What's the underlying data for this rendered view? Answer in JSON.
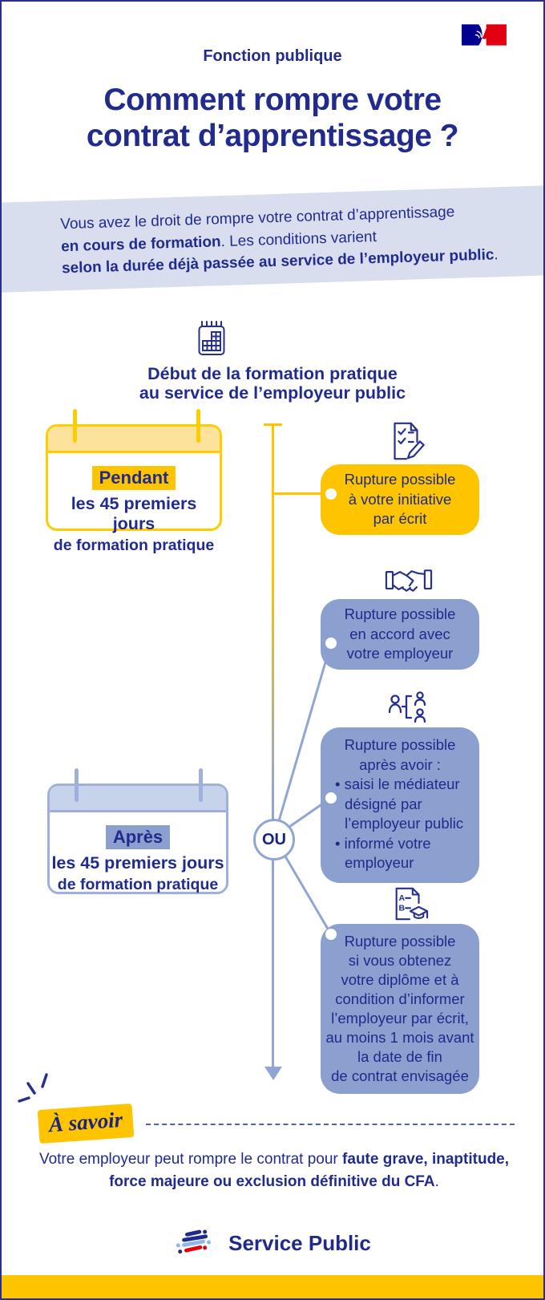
{
  "header": {
    "kicker": "Fonction publique",
    "title_line1": "Comment rompre votre",
    "title_line2": "contrat d’apprentissage ?"
  },
  "intro": {
    "line1": "Vous avez le droit de rompre votre contrat d’apprentissage",
    "line2_bold": "en cours de formation",
    "line2_rest": ". Les conditions varient",
    "line3_bold": "selon la durée déjà passée au service de l’employeur public",
    "line3_rest": "."
  },
  "timeline": {
    "start_line1": "Début de la formation pratique",
    "start_line2": "au service de l’employeur public",
    "or_label": "OU"
  },
  "period_pendant": {
    "highlight": "Pendant",
    "line1": "les 45 premiers jours",
    "line2": "de formation pratique"
  },
  "period_apres": {
    "highlight": "Après",
    "line1": "les 45 premiers jours",
    "line2": "de formation pratique"
  },
  "bubble_initiative": {
    "lines": [
      "Rupture possible",
      "à votre initiative",
      "par écrit"
    ]
  },
  "bubble_accord": {
    "lines": [
      "Rupture possible",
      "en accord avec",
      "votre employeur"
    ]
  },
  "bubble_mediateur": {
    "intro_lines": [
      "Rupture possible",
      "après avoir :"
    ],
    "bullets": [
      "saisi le médiateur désigné par l’employeur public",
      "informé votre employeur"
    ]
  },
  "bubble_diplome": {
    "lines": [
      "Rupture possible",
      "si vous obtenez",
      "votre diplôme et à",
      "condition d’informer",
      "l’employeur par écrit,",
      "au moins 1 mois avant",
      "la date de fin",
      "de contrat envisagée"
    ]
  },
  "know_box": {
    "label": "À savoir",
    "text_normal": "Votre employeur peut rompre le contrat pour ",
    "text_bold": "faute grave, inaptitude, force majeure ou exclusion définitive du CFA",
    "text_end": "."
  },
  "footer": {
    "logo_text": "Service Public"
  },
  "icons": [
    "france-flag-logo",
    "calendar-icon",
    "document-signature-icon",
    "handshake-icon",
    "mediator-icon",
    "diploma-icon",
    "sparkle-rays-icon",
    "service-public-logo"
  ],
  "colors": {
    "navy": "#212b8d",
    "yellow": "#ffc400",
    "yellow_border": "#ffcc00",
    "yellow_light": "#fce29b",
    "blue_bubble": "#8ca0d0",
    "blue_border": "#9fb0dc",
    "blue_light": "#c7d2eb",
    "line_blue": "#8fa6d4",
    "band_bg": "#d8deee",
    "flag_blue": "#000091",
    "flag_red": "#e1000f"
  }
}
